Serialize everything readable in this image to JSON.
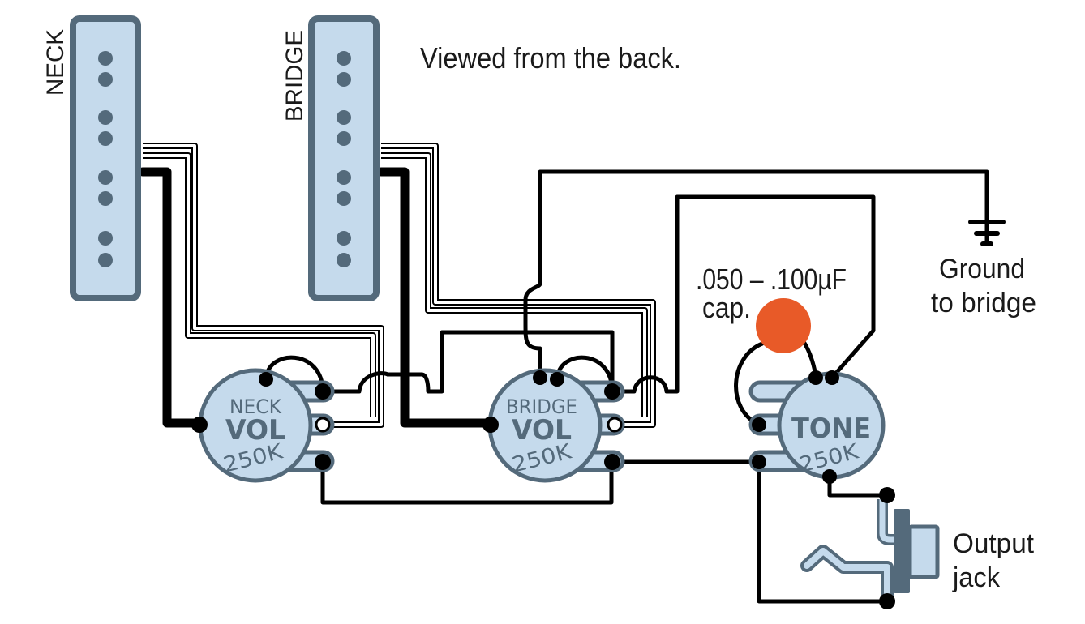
{
  "title": "Viewed from the back.",
  "colors": {
    "component_fill": "#c5daec",
    "component_stroke": "#546a7b",
    "wire": "#000000",
    "capacitor": "#e85a28",
    "text": "#1a1a1a"
  },
  "pickups": [
    {
      "id": "neck",
      "label": "NECK",
      "pole_pieces": 8
    },
    {
      "id": "bridge",
      "label": "BRIDGE",
      "pole_pieces": 8
    }
  ],
  "pots": [
    {
      "id": "neck-vol",
      "name_line": "NECK",
      "function_line": "VOL",
      "value": "250K"
    },
    {
      "id": "bridge-vol",
      "name_line": "BRIDGE",
      "function_line": "VOL",
      "value": "250K"
    },
    {
      "id": "tone",
      "name_line": "",
      "function_line": "TONE",
      "value": "250K"
    }
  ],
  "capacitor": {
    "label_line1": ".050 – .100µF",
    "label_line2": "cap."
  },
  "ground": {
    "label_line1": "Ground",
    "label_line2": "to bridge"
  },
  "output_jack": {
    "label_line1": "Output",
    "label_line2": "jack"
  }
}
